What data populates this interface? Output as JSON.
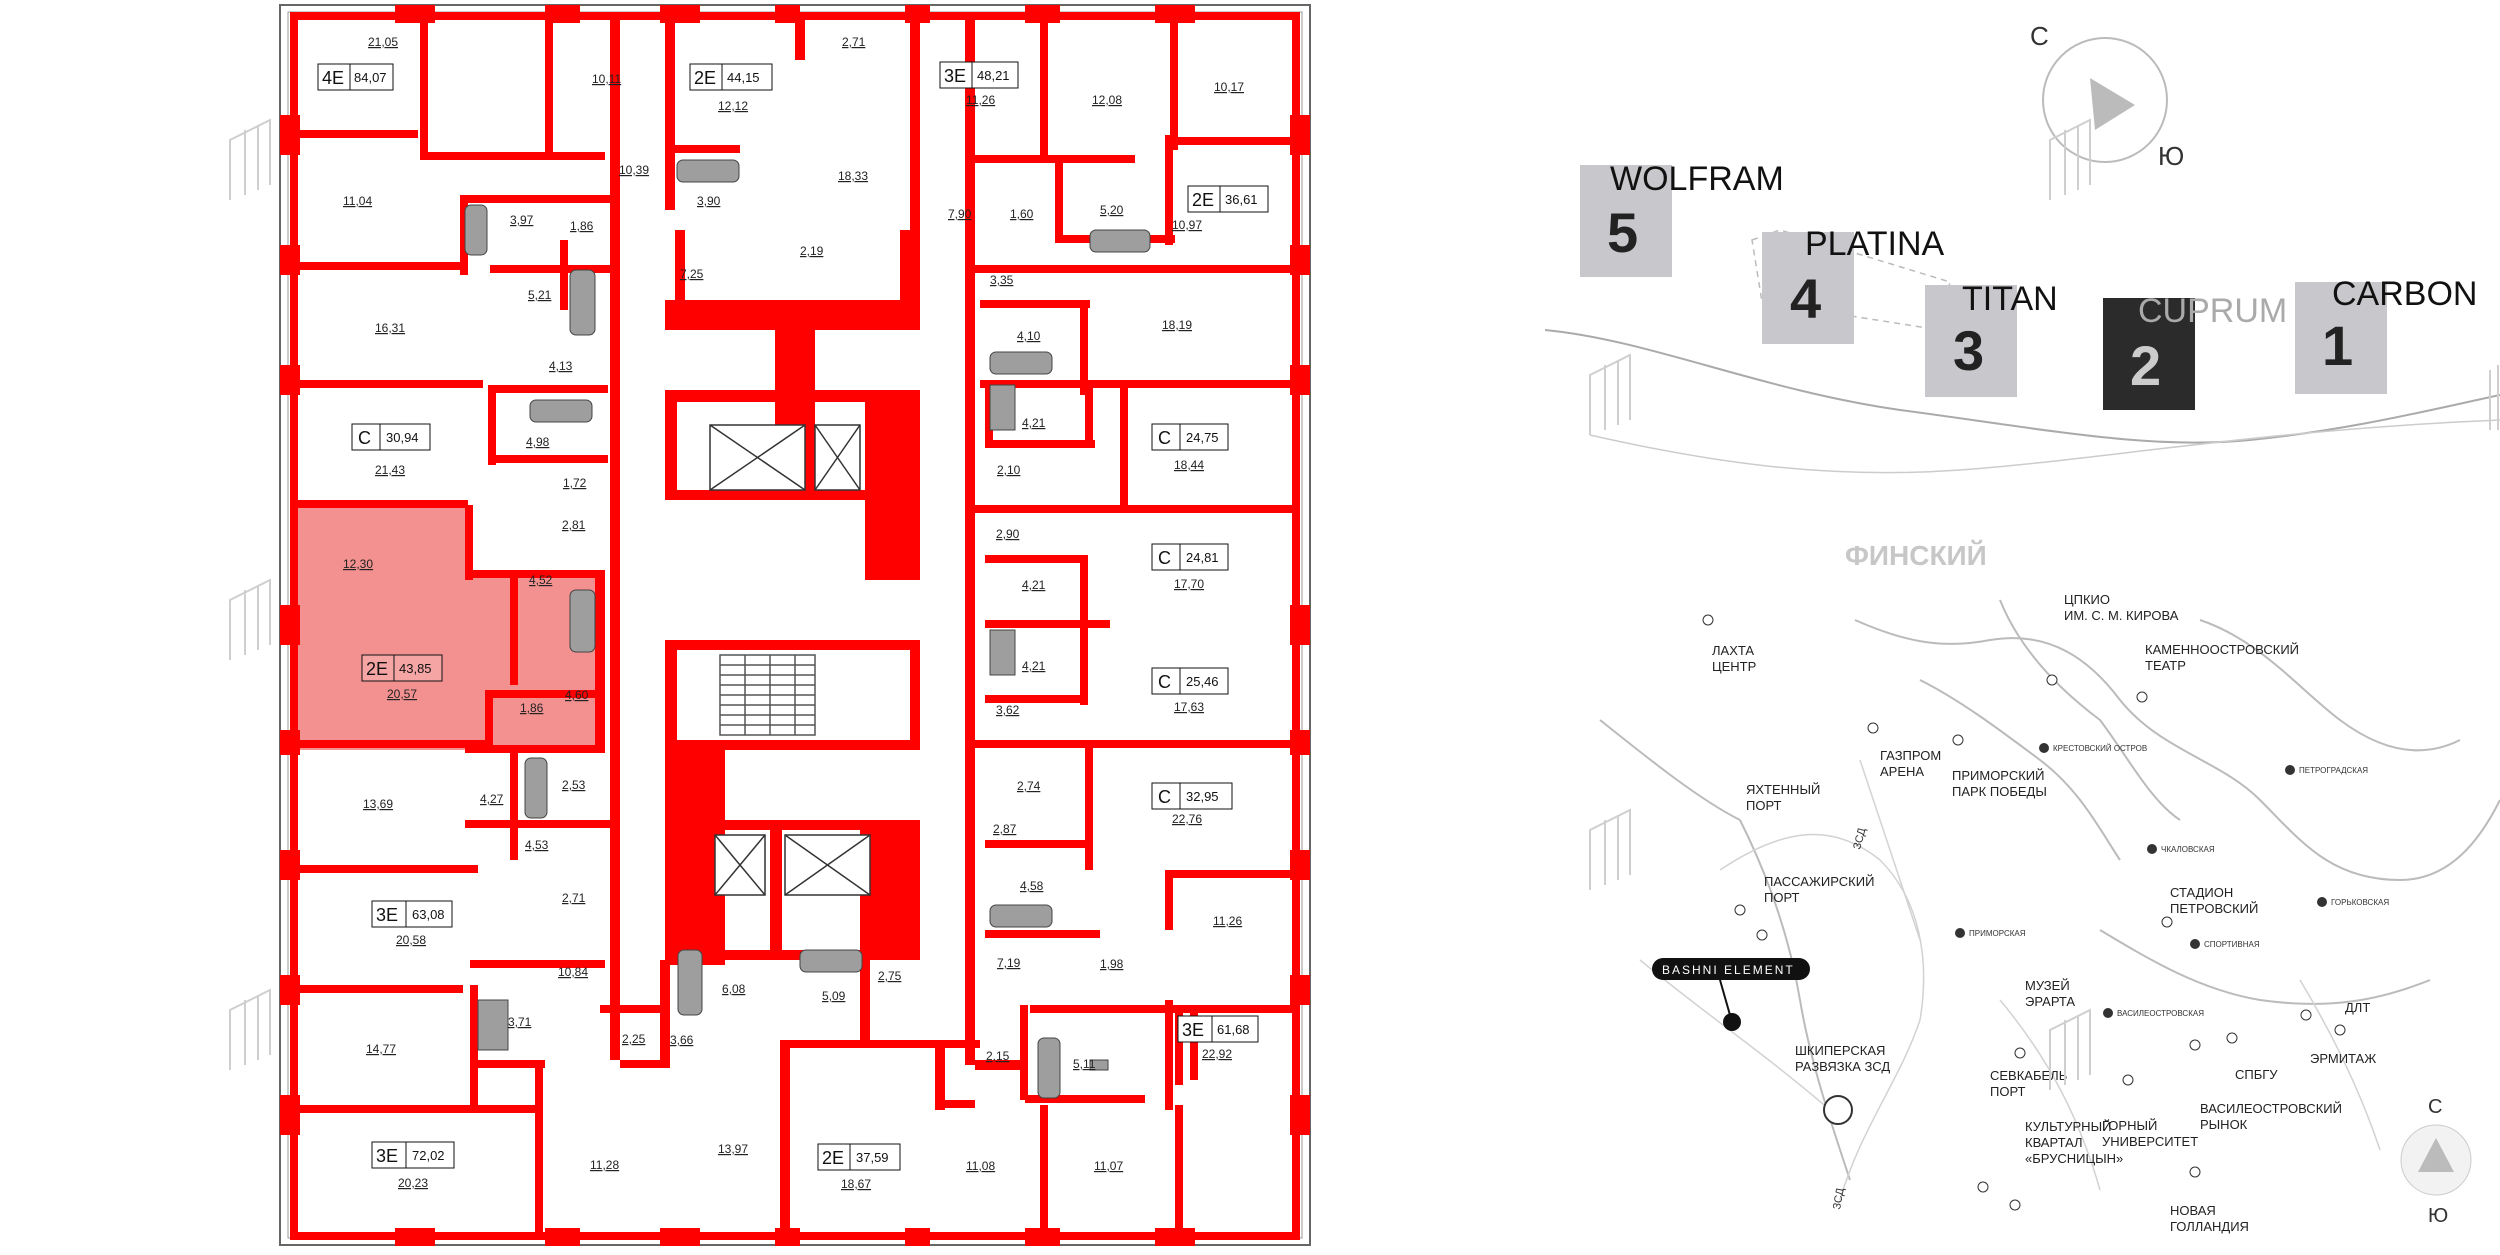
{
  "floorplan": {
    "apartments": [
      {
        "id": "a1",
        "type": "4E",
        "area": "84,07",
        "rooms": [
          "21,05",
          "11,04",
          "10,11",
          "10,39",
          "3,97",
          "1,86"
        ]
      },
      {
        "id": "a2",
        "type": "2E",
        "area": "44,15",
        "rooms": [
          "12,12",
          "3,90",
          "7,25",
          "2,71",
          "18,33",
          "2,19"
        ]
      },
      {
        "id": "a3",
        "type": "3E",
        "area": "48,21",
        "rooms": [
          "11,26",
          "12,08",
          "7,90",
          "1,60",
          "5,20"
        ]
      },
      {
        "id": "a4",
        "type": "2E",
        "area": "36,61",
        "rooms": [
          "10,17",
          "10,97",
          "18,19",
          "3,35",
          "4,10"
        ]
      },
      {
        "id": "a5",
        "type": "C",
        "area": "30,94",
        "rooms": [
          "21,43",
          "16,31",
          "5,21",
          "4,13",
          "4,98",
          "1,72"
        ]
      },
      {
        "id": "a6",
        "type": "C",
        "area": "24,75",
        "rooms": [
          "18,44",
          "4,21",
          "2,10"
        ]
      },
      {
        "id": "a7",
        "type": "2E",
        "area": "43,85",
        "rooms": [
          "12,30",
          "20,57",
          "4,52",
          "1,86",
          "4,60",
          "2,81"
        ],
        "highlighted": true
      },
      {
        "id": "a8",
        "type": "C",
        "area": "24,81",
        "rooms": [
          "17,70",
          "2,90",
          "4,21"
        ]
      },
      {
        "id": "a9",
        "type": "C",
        "area": "25,46",
        "rooms": [
          "17,63",
          "4,21",
          "3,62"
        ]
      },
      {
        "id": "a10",
        "type": "C",
        "area": "32,95",
        "rooms": [
          "22,76",
          "2,74",
          "2,87",
          "4,58"
        ]
      },
      {
        "id": "a11",
        "type": "3E",
        "area": "63,08",
        "rooms": [
          "20,58",
          "13,69",
          "4,27",
          "2,53",
          "4,53",
          "2,71",
          "10,84"
        ]
      },
      {
        "id": "a12",
        "type": "3E",
        "area": "61,68",
        "rooms": [
          "22,92",
          "11,26",
          "7,19",
          "1,98",
          "5,11",
          "2,15"
        ]
      },
      {
        "id": "a13",
        "type": "3E",
        "area": "72,02",
        "rooms": [
          "20,23",
          "14,77",
          "3,71",
          "11,28",
          "2,25"
        ]
      },
      {
        "id": "a14",
        "type": "2E",
        "area": "37,59",
        "rooms": [
          "18,67",
          "13,97",
          "3,66",
          "6,08",
          "5,09",
          "2,75"
        ]
      },
      {
        "id": "a15",
        "type": "",
        "area": "",
        "rooms": [
          "11,08",
          "11,07"
        ]
      }
    ]
  },
  "site": {
    "compass": {
      "north": "С",
      "south": "Ю"
    },
    "buildings": [
      {
        "name": "WOLFRAM",
        "number": "5",
        "active": false
      },
      {
        "name": "PLATINA",
        "number": "4",
        "active": false
      },
      {
        "name": "TITAN",
        "number": "3",
        "active": false
      },
      {
        "name": "CUPRUM",
        "number": "2",
        "active": true
      },
      {
        "name": "CARBON",
        "number": "1",
        "active": false
      }
    ]
  },
  "map": {
    "gulf": "ФИНСКИЙ",
    "brand": "BASHNI ELEMENT",
    "compass": {
      "north": "С",
      "south": "Ю"
    },
    "labels": {
      "lakhta": [
        "ЛАХТА",
        "ЦЕНТР"
      ],
      "yacht": [
        "ЯХТЕННЫЙ",
        "ПОРТ"
      ],
      "passenger": [
        "ПАССАЖИРСКИЙ",
        "ПОРТ"
      ],
      "gazprom": [
        "ГАЗПРОМ",
        "АРЕНА"
      ],
      "primorsky": [
        "ПРИМОРСКИЙ",
        "ПАРК ПОБЕДЫ"
      ],
      "tspkio": [
        "ЦПКИО",
        "ИМ. С. М. КИРОВА"
      ],
      "kamenn": [
        "КАМЕННООСТРОВСКИЙ",
        "ТЕАТР"
      ],
      "stadion": [
        "СТАДИОН",
        "ПЕТРОВСКИЙ"
      ],
      "shkiper": [
        "ШКИПЕРСКАЯ",
        "РАЗВЯЗКА ЗСД"
      ],
      "museum": [
        "МУЗЕЙ",
        "ЭРАРТА"
      ],
      "sevkabel": [
        "СЕВКАБЕЛЬ",
        "ПОРТ"
      ],
      "kultur": [
        "КУЛЬТУРНЫЙ",
        "КВАРТАЛ",
        "«БРУСНИЦЫН»"
      ],
      "gorny": [
        "ГОРНЫЙ",
        "УНИВЕРСИТЕТ"
      ],
      "vasrynok": [
        "ВАСИЛЕОСТРОВСКИЙ",
        "РЫНОК"
      ],
      "spbgu": "СПБГУ",
      "dlt": "ДЛТ",
      "ermitazh": "ЭРМИТАЖ",
      "novaya": [
        "НОВАЯ",
        "ГОЛЛАНДИЯ"
      ],
      "zsd1": "ЗСД",
      "zsd2": "ЗСД"
    },
    "metro": [
      "КРЕСТОВСКИЙ ОСТРОВ",
      "ПЕТРОГРАДСКАЯ",
      "ЧКАЛОВСКАЯ",
      "ГОРЬКОВСКАЯ",
      "СПОРТИВНАЯ",
      "ПРИМОРСКАЯ",
      "ВАСИЛЕОСТРОВСКАЯ"
    ]
  }
}
